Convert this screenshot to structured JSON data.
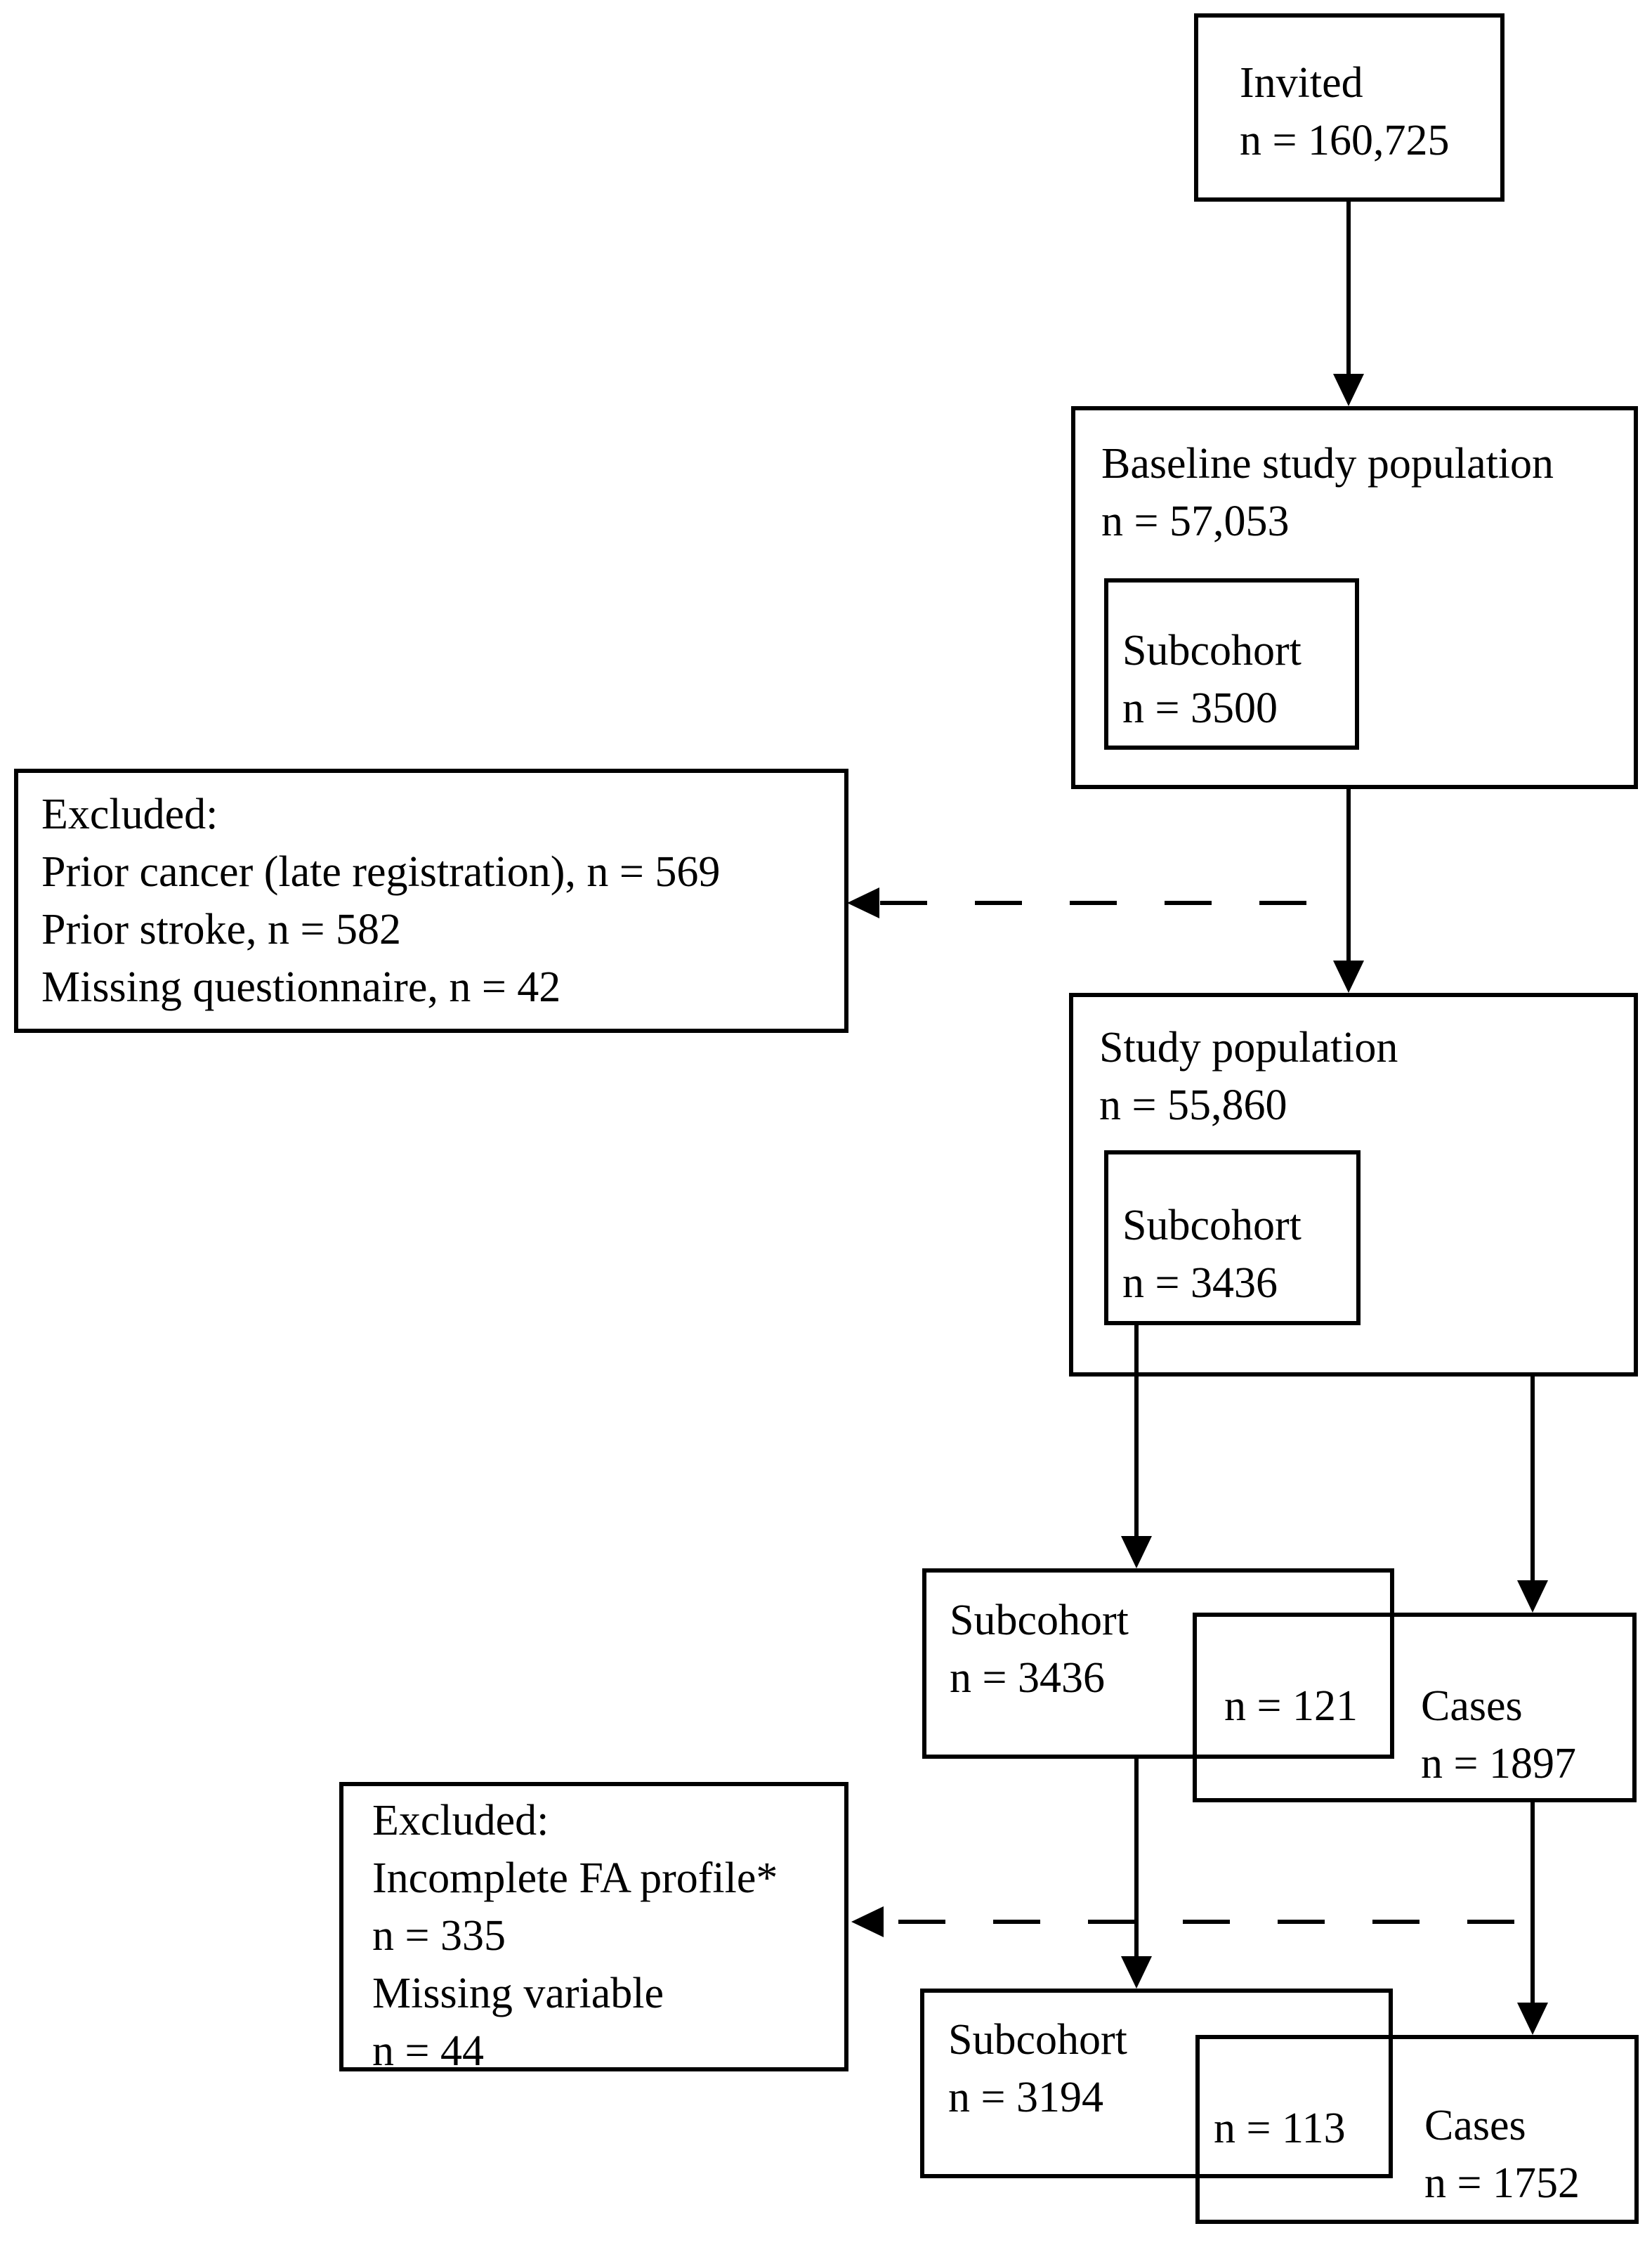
{
  "flowchart": {
    "invited": {
      "title": "Invited",
      "n": "n = 160,725"
    },
    "baseline": {
      "title": "Baseline study population",
      "n": "n = 57,053",
      "subcohort": {
        "title": "Subcohort",
        "n": "n = 3500"
      }
    },
    "excluded_first": {
      "lines": [
        "Excluded:",
        "Prior cancer (late registration), n = 569",
        "Prior stroke, n = 582",
        "Missing questionnaire, n = 42"
      ]
    },
    "study": {
      "title": "Study population",
      "n": "n = 55,860",
      "subcohort": {
        "title": "Subcohort",
        "n": "n = 3436"
      }
    },
    "split": {
      "subcohort": {
        "title": "Subcohort",
        "n": "n = 3436"
      },
      "overlap_n": "n = 121",
      "cases": {
        "title": "Cases",
        "n": "n = 1897"
      }
    },
    "excluded_second": {
      "lines": [
        "Excluded:",
        "Incomplete FA profile*",
        "n = 335",
        "Missing variable",
        "n = 44"
      ]
    },
    "final": {
      "subcohort": {
        "title": "Subcohort",
        "n": "n = 3194"
      },
      "overlap_n": "n = 113",
      "cases": {
        "title": "Cases",
        "n": "n = 1752"
      }
    },
    "colors": {
      "stroke": "#000000",
      "background": "#ffffff"
    }
  }
}
